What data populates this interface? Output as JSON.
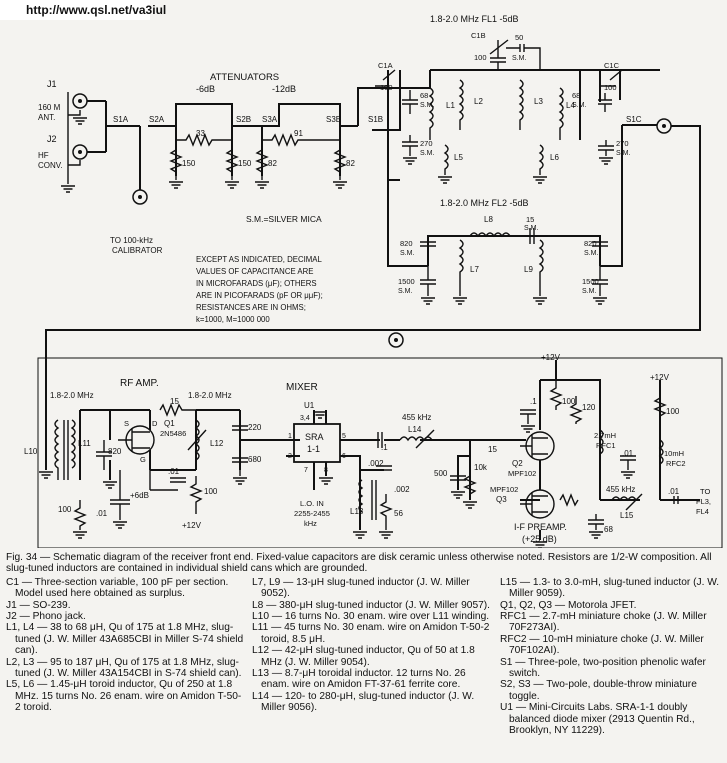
{
  "site_url": "http://www.qsl.net/va3iul",
  "top": {
    "connectors": {
      "j1": "J1",
      "j1_desc": [
        "160 M",
        "ANT."
      ],
      "j2": "J2",
      "j2_desc": [
        "HF",
        "CONV."
      ],
      "calibrator": [
        "TO 100-kHz",
        "CALIBRATOR"
      ]
    },
    "switches": [
      "S1A",
      "S2A",
      "S2B",
      "S3A",
      "S3B",
      "S1B",
      "S1C"
    ],
    "attenuators": {
      "title": "ATTENUATORS",
      "pad1": "-6dB",
      "pad2": "-12dB",
      "r1_series": "33",
      "r1_shunt": [
        "150",
        "150"
      ],
      "r2_series": "91",
      "r2_shunt": [
        "82",
        "82"
      ]
    },
    "silver_mica_note": "S.M.=SILVER MICA",
    "note_lines": [
      "EXCEPT AS INDICATED, DECIMAL",
      "VALUES OF CAPACITANCE ARE",
      "IN MICROFARADS (μF); OTHERS",
      "ARE IN PICOFARADS (pF OR μμF);",
      "RESISTANCES ARE IN OHMS;",
      "k=1000, M=1000 000"
    ],
    "fl1": {
      "title": "1.8-2.0 MHz  FL1   -5dB",
      "c1a": "C1A",
      "c1b": "C1B",
      "c1c": "C1C",
      "c100a": "100",
      "c100b": "100",
      "c100c": "100",
      "c68a": "68",
      "c68b": "68",
      "sm": "S.M.",
      "c50": "50",
      "c270a": "270",
      "c270b": "270",
      "l1": "L1",
      "l2": "L2",
      "l3": "L3",
      "l4": "L4",
      "l5": "L5",
      "l6": "L6"
    },
    "fl2": {
      "title": "1.8-2.0 MHz  FL2   -5dB",
      "l7": "L7",
      "l8": "L8",
      "l9": "L9",
      "c15": "15",
      "c820a": "820",
      "c820b": "820",
      "c1500a": "1500",
      "c1500b": "1500",
      "sm": "S.M."
    }
  },
  "bottom": {
    "rf_amp": "RF AMP.",
    "freq_in": "1.8-2.0 MHz",
    "freq_out": "1.8-2.0 MHz",
    "l10": "L10",
    "l11": "L11",
    "l12": "L12",
    "c820": "820",
    "c100": "100",
    "c01a": ".01",
    "c01b": ".01",
    "q1": [
      "Q1",
      "2N5486"
    ],
    "gain1": "+6dB",
    "r15a": "15",
    "r100a": "100",
    "plus12a": "+12V",
    "c220": "220",
    "c680": "680",
    "pins": {
      "s": "S",
      "d": "D",
      "g": "G"
    },
    "mixer": "MIXER",
    "u1": "U1",
    "sra": [
      "SRA",
      "1-1"
    ],
    "pin_labels": [
      "1",
      "2",
      "3,4",
      "5",
      "6",
      "7",
      "8"
    ],
    "lo_in": [
      "L.O. IN",
      "2255-2455",
      "kHz"
    ],
    "c1": ".1",
    "c002a": ".002",
    "c002b": ".002",
    "l13": "L13",
    "r56": "56",
    "l14": "L14",
    "f455a": "455 kHz",
    "c500": "500",
    "r10k": "10k",
    "q2": [
      "Q2",
      "MPF102"
    ],
    "r15b": "15",
    "plus12b": "+12V",
    "r100b": "100",
    "r120": "120",
    "rfc1": [
      "2.7mH",
      "RFC1"
    ],
    "q3": [
      "MPF102",
      "Q3"
    ],
    "c68": "68",
    "f455b": "455 kHz",
    "l15": "L15",
    "plus12c": "+12V",
    "r100c": "100",
    "rfc2": [
      "10mH",
      "RFC2"
    ],
    "c01c": ".01",
    "c01d": ".01",
    "c1b": ".1",
    "to": [
      "TO",
      "FL3,",
      "FL4"
    ],
    "if_preamp": [
      "I-F PREAMP.",
      "(+25 dB)"
    ]
  },
  "caption": {
    "figure": "Fig. 34 — Schematic diagram of the receiver front end. Fixed-value capacitors are disk ceramic unless otherwise noted. Resistors are 1/2-W composition. All slug-tuned inductors are contained in individual shield cans which are grounded.",
    "col1": [
      "C1 — Three-section variable, 100 pF per section. Model used here obtained as surplus.",
      "J1 — SO-239.",
      "J2 — Phono jack.",
      "L1, L4 — 38 to 68 μH, Qu of 175 at 1.8 MHz, slug-tuned (J. W. Miller 43A685CBI in Miller S-74 shield can).",
      "L2, L3 — 95 to 187 μH, Qu of 175 at 1.8 MHz, slug-tuned (J. W. Miller 43A154CBI in S-74 shield can).",
      "L5, L6 — 1.45-μH toroid inductor, Qu of 250 at 1.8 MHz. 15 turns No. 26 enam. wire on Amidon T-50-2 toroid."
    ],
    "col2": [
      "L7, L9 — 13-μH slug-tuned inductor (J. W. Miller 9052).",
      "L8 — 380-μH slug-tuned inductor (J. W. Miller 9057).",
      "L10 — 16 turns No. 30 enam. wire over L11 winding.",
      "L11 — 45 turns No. 30 enam. wire on Amidon T-50-2 toroid, 8.5 μH.",
      "L12 — 42-μH slug-tuned inductor, Qu of 50 at 1.8 MHz (J. W. Miller 9054).",
      "L13 — 8.7-μH toroidal inductor. 12 turns No. 26 enam. wire on Amidon FT-37-61 ferrite core.",
      "L14 — 120- to 280-μH, slug-tuned inductor (J. W. Miller 9056)."
    ],
    "col3": [
      "L15 — 1.3- to 3.0-mH, slug-tuned inductor (J. W. Miller 9059).",
      "Q1, Q2, Q3 — Motorola JFET.",
      "RFC1 — 2.7-mH miniature choke (J. W. Miller 70F273AI).",
      "RFC2 — 10-mH miniature choke (J. W. Miller 70F102AI).",
      "S1 — Three-pole, two-position phenolic wafer switch.",
      "S2, S3 — Two-pole, double-throw miniature toggle.",
      "U1 — Mini-Circuits Labs. SRA-1-1 doubly balanced diode mixer (2913 Quentin Rd., Brooklyn, NY 11229)."
    ]
  }
}
